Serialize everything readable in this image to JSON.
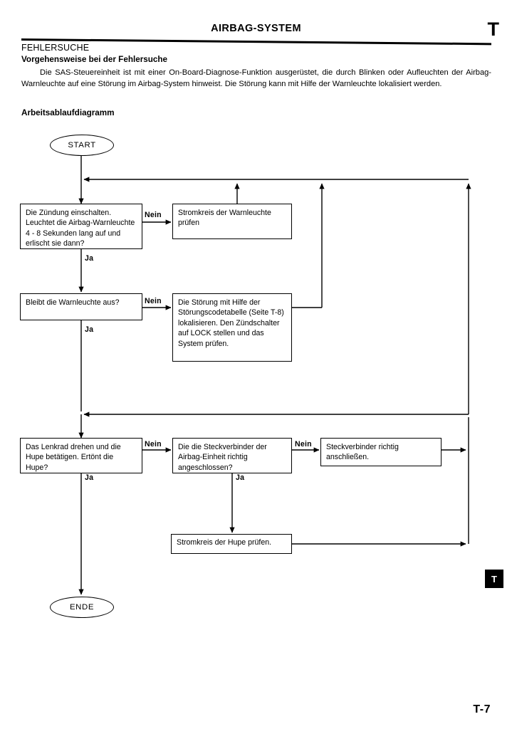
{
  "header": {
    "title": "AIRBAG-SYSTEM",
    "tab_letter": "T",
    "section": "FEHLERSUCHE",
    "subsection": "Vorgehensweise bei der Fehlersuche",
    "paragraph": "Die SAS-Steuereinheit ist mit einer On-Board-Diagnose-Funktion ausgerüstet, die durch Blinken oder Aufleuchten der Airbag-Warnleuchte auf eine Störung im Airbag-System hinweist. Die Störung kann mit Hilfe der Warnleuchte lokalisiert werden.",
    "diagram_title": "Arbeitsablaufdiagramm"
  },
  "footer": {
    "page_number": "T-7",
    "side_tab_letter": "T"
  },
  "flowchart": {
    "start_label": "START",
    "end_label": "ENDE",
    "nodes": {
      "q1": "Die Zündung einschalten. Leuchtet die Airbag-Warnleuchte 4 - 8 Sekunden lang auf und erlischt sie dann?",
      "a1": "Stromkreis der Warnleuchte prüfen",
      "q2": "Bleibt die Warnleuchte aus?",
      "a2": "Die Störung mit Hilfe der Störungscodetabelle (Seite T-8) lokalisieren. Den Zündschalter auf LOCK stellen und das System prüfen.",
      "q3": "Das Lenkrad drehen und die Hupe betätigen. Ertönt die Hupe?",
      "q4": "Die die Steckverbinder der Airbag-Einheit richtig angeschlossen?",
      "a4": "Steckverbinder richtig anschließen.",
      "a5": "Stromkreis der Hupe prüfen."
    },
    "edge_labels": {
      "nein1": "Nein",
      "ja1": "Ja",
      "nein2": "Nein",
      "ja2": "Ja",
      "nein3": "Nein",
      "nein4": "Nein",
      "ja3": "Ja",
      "ja4": "Ja"
    }
  }
}
